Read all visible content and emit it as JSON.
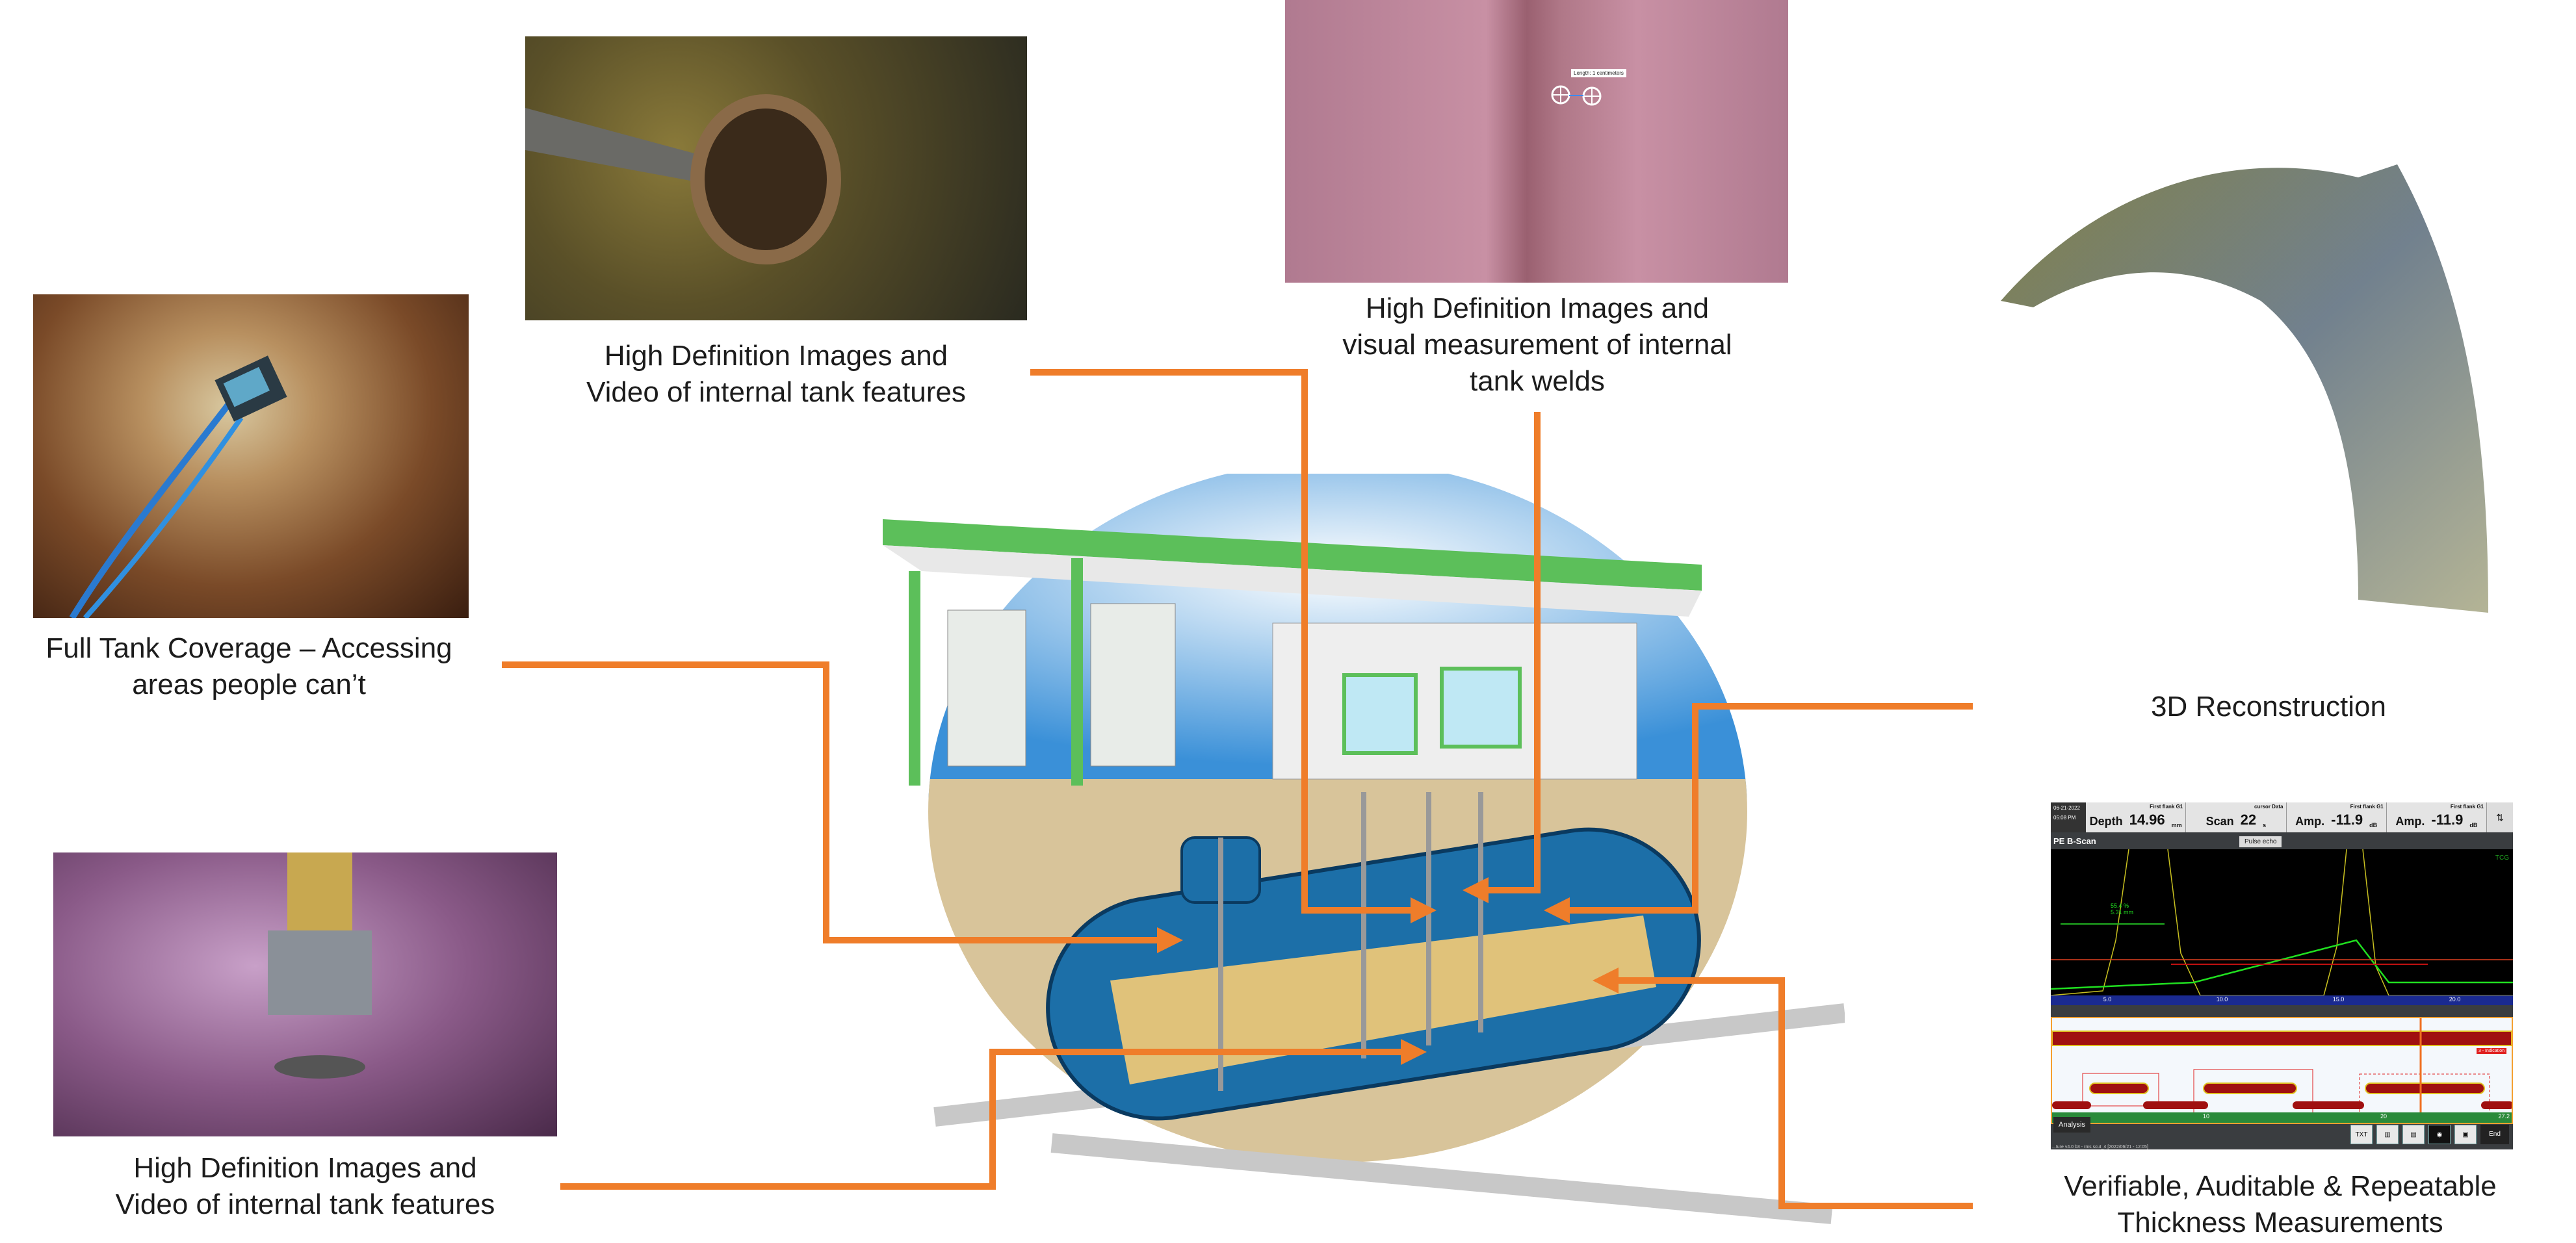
{
  "colors": {
    "connector": "#ef7d2a",
    "canopy": "#5cbf5a",
    "tank": "#1c6fa8",
    "fuel": "#e0c27a",
    "ground": "#d8c49a"
  },
  "labels": {
    "full_coverage": [
      "Full Tank Coverage – Accessing",
      "areas people can’t"
    ],
    "hd_video_top": [
      "High Definition Images and",
      "Video of internal tank features"
    ],
    "hd_welds": [
      "High Definition Images and",
      "visual measurement of internal",
      "tank welds"
    ],
    "reconstruction": "3D Reconstruction",
    "thickness": [
      "Verifiable, Auditable & Repeatable",
      "Thickness Measurements"
    ],
    "hd_video_bottom": [
      "High Definition Images and",
      "Video of internal tank features"
    ]
  },
  "weld_photo": {
    "measurement": "Length: 1 centimeters"
  },
  "bscan": {
    "date": "06-21-2022",
    "time": "05:08 PM",
    "cells": [
      {
        "tag": "First flank G1",
        "name": "Depth",
        "value": "14.96",
        "unit": "mm"
      },
      {
        "tag": "cursor Data",
        "name": "Scan",
        "value": "22",
        "unit": "s"
      },
      {
        "tag": "First flank G1",
        "name": "Amp.",
        "value": "-11.9",
        "unit": "dB"
      },
      {
        "tag": "First flank G1",
        "name": "Amp.",
        "value": "-11.9",
        "unit": "dB"
      }
    ],
    "title": "PE B-Scan",
    "tab": "Pulse echo",
    "tcg": "TCG",
    "ascan_annot": [
      "55.4 %",
      "5.31 mm"
    ],
    "ascan_ticks": [
      "5.0",
      "10.0",
      "15.0",
      "20.0"
    ],
    "bscan_ticks": [
      "10",
      "20",
      "27.2"
    ],
    "indication": "3 - Indication",
    "analysis": "Analysis",
    "end": "End",
    "footer": "...ture v4.0 b3 - rms scut_4 [2022/06/21 - 12:05]"
  }
}
